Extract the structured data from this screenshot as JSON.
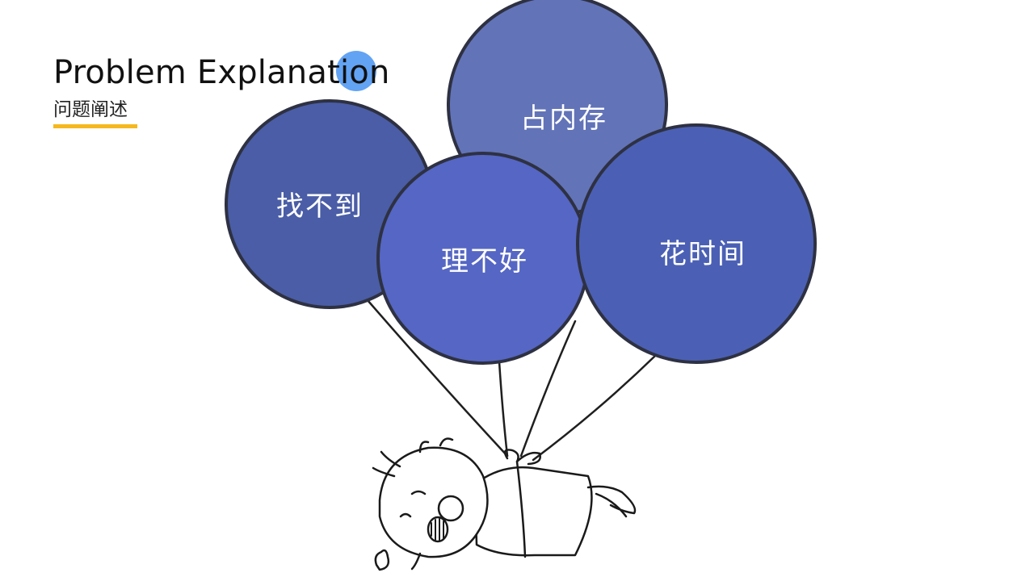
{
  "header": {
    "title": "Problem Explanation",
    "subtitle": "问题阐述"
  },
  "balloons": [
    {
      "id": "memory",
      "label": "占内存",
      "color": "#6273b8"
    },
    {
      "id": "not-found",
      "label": "找不到",
      "color": "#4a5da6"
    },
    {
      "id": "messy",
      "label": "理不好",
      "color": "#5566c4"
    },
    {
      "id": "time",
      "label": "花时间",
      "color": "#4b60b4"
    }
  ],
  "colors": {
    "accent_dot": "#3f8ff0",
    "underline": "#f5b81e",
    "balloon_outline": "#2e3142"
  }
}
